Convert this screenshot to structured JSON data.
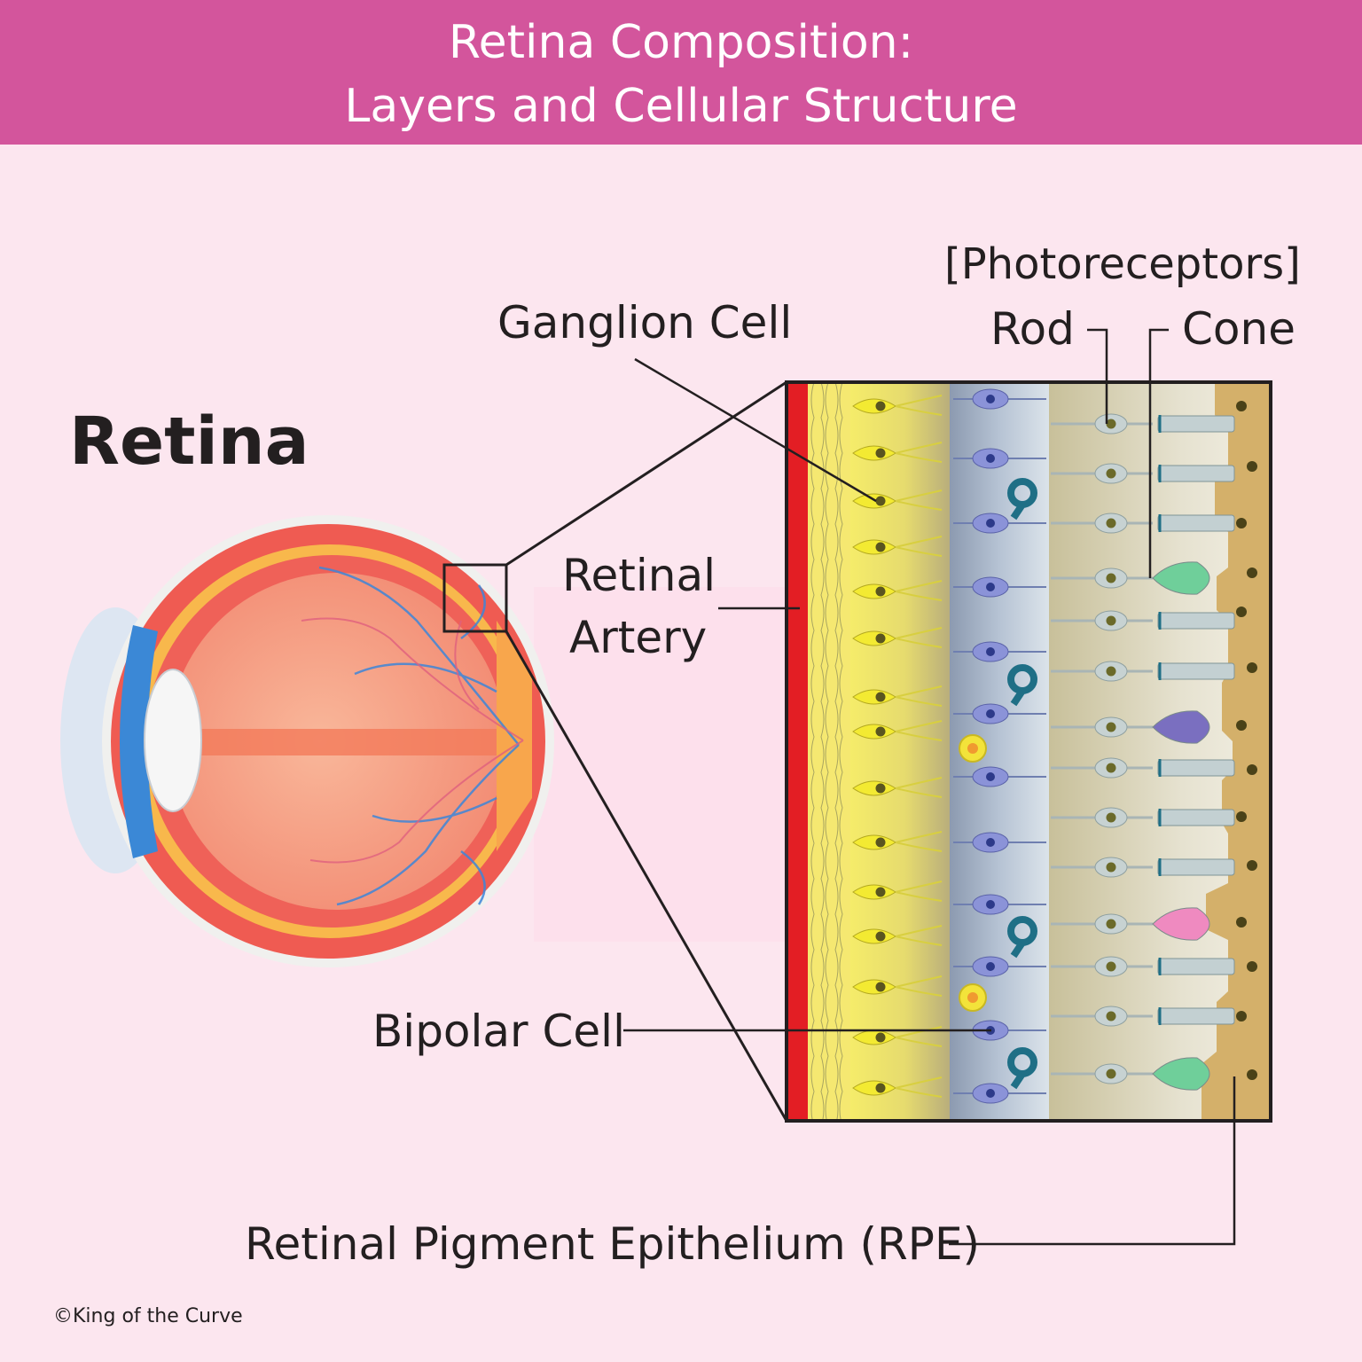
{
  "header": {
    "title_line1": "Retina Composition:",
    "title_line2": "Layers and Cellular Structure"
  },
  "labels": {
    "retina": "Retina",
    "ganglion_cell": "Ganglion Cell",
    "photoreceptors": "[Photoreceptors]",
    "rod": "Rod",
    "cone": "Cone",
    "retinal_artery_line1": "Retinal",
    "retinal_artery_line2": "Artery",
    "bipolar_cell": "Bipolar Cell",
    "rpe": "Retinal Pigment Epithelium (RPE)"
  },
  "copyright": "©King of the Curve",
  "colors": {
    "banner": "#d3559c",
    "background": "#fce6ef",
    "artery": "#e31e24",
    "ganglion_layer": "#f3e96a",
    "bipolar_layer": "#a4b4c8",
    "rpe": "#d4b06a",
    "cone_green": "#6fcf9a",
    "cone_blue": "#7a6fc0",
    "cone_pink": "#ef8ac0"
  }
}
